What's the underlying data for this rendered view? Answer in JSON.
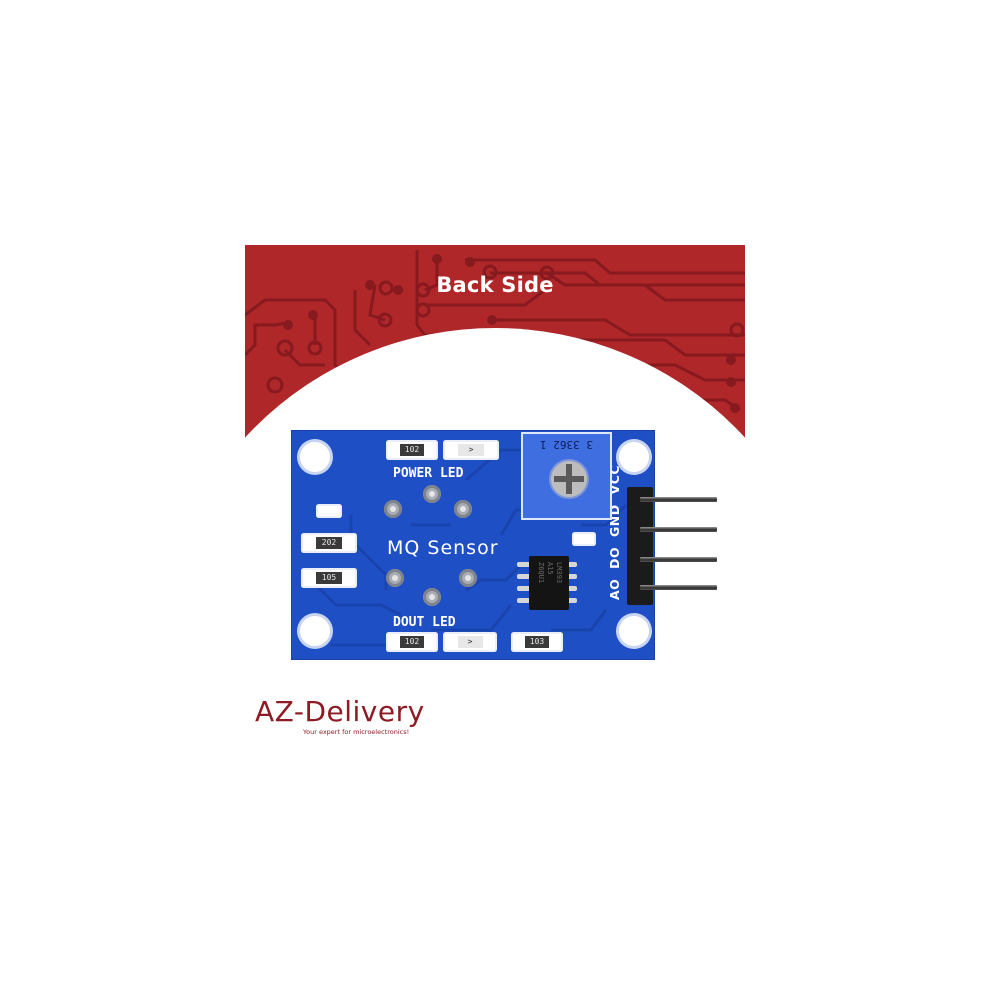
{
  "banner": {
    "title": "Back Side",
    "color": "#b0272a",
    "trace_color": "#861a1f"
  },
  "board": {
    "color": "#1f4fc4",
    "labels": {
      "power_led": "POWER LED",
      "dout_led": "DOUT LED",
      "sensor": "MQ Sensor"
    },
    "pins": [
      "AO",
      "DO",
      "GND",
      "VCC"
    ],
    "potentiometer": {
      "code": "3 3362 1"
    },
    "chip": {
      "marking": "LM393\nA15\nZ6QU1"
    },
    "components": {
      "power_resistor": "102",
      "left_resistor_top": "202",
      "left_resistor_bottom": "105",
      "dout_resistor": "102",
      "right_resistor": "103"
    }
  },
  "brand": {
    "name": "AZ-Delivery",
    "tagline": "Your expert for microelectronics!",
    "color": "#8d1b24"
  }
}
